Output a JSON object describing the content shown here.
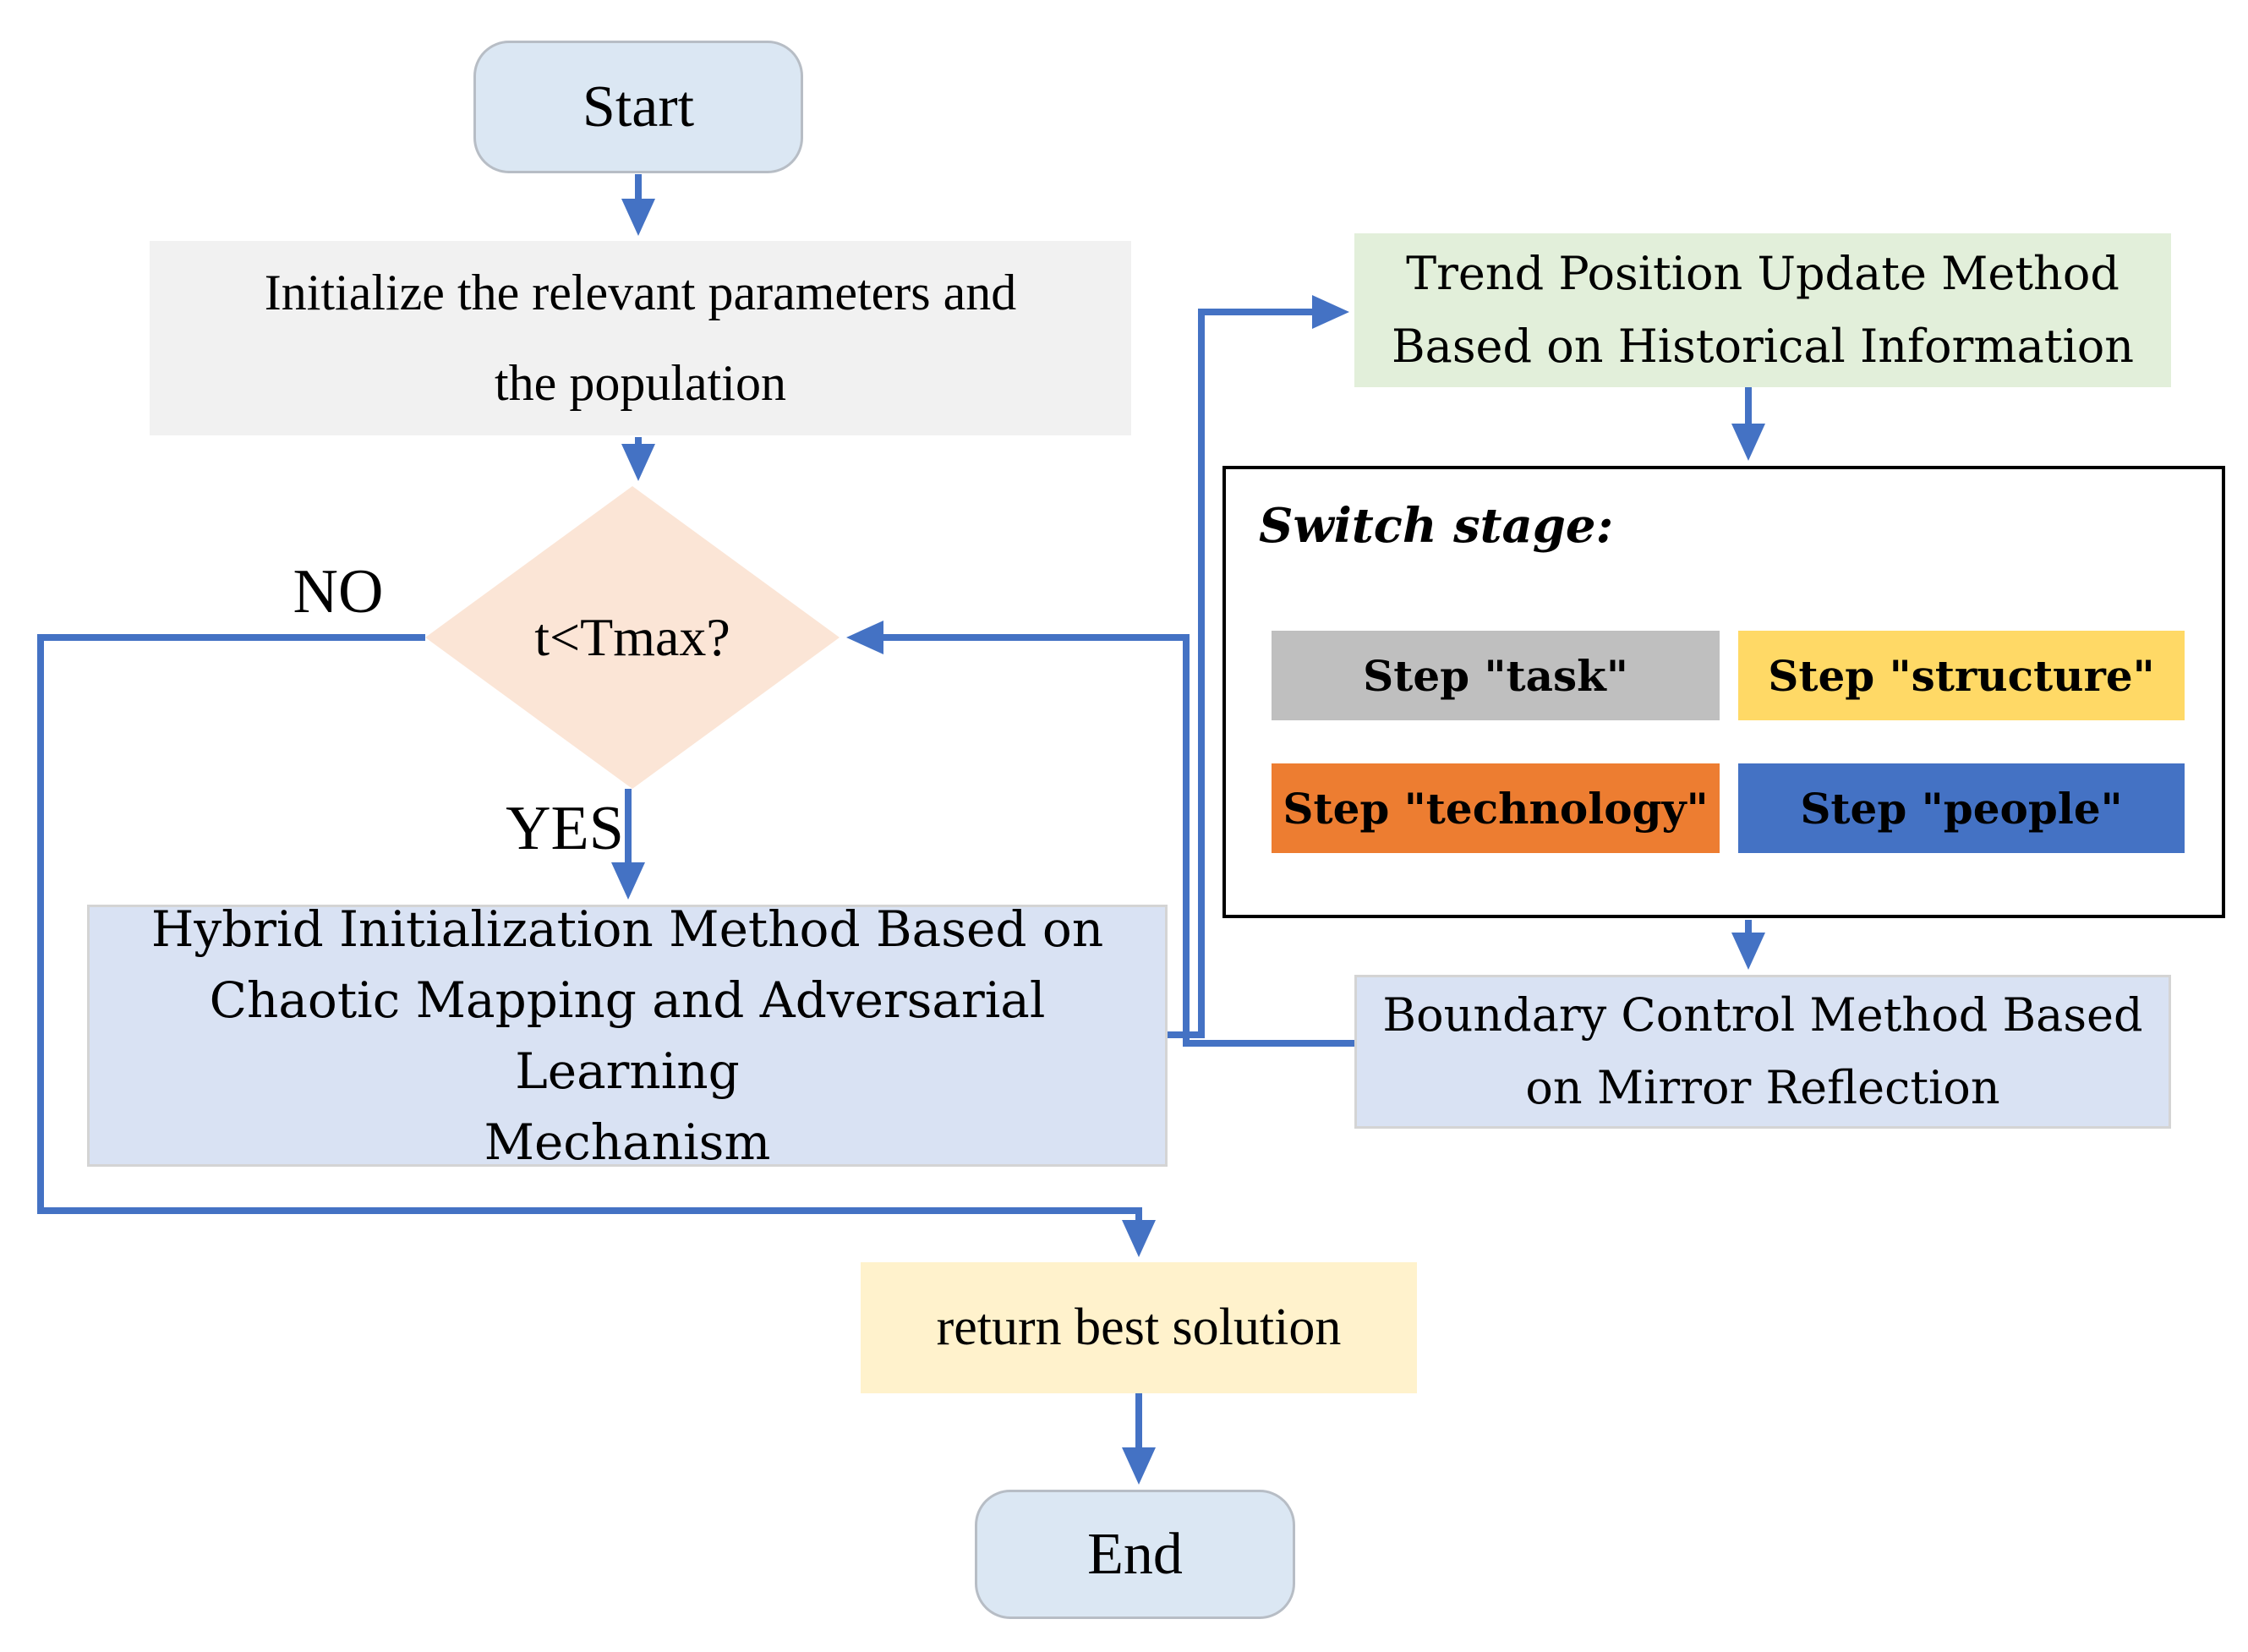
{
  "colors": {
    "arrow": "#4472C4",
    "text": "#000000",
    "terminal_fill": "#DBE7F3",
    "terminal_border": "#B7BDC5",
    "init_fill": "#F1F1F1",
    "decision_fill": "#FBE5D6",
    "process_fill": "#D9E2F3",
    "process_border": "#D4D4D4",
    "trend_fill": "#E2EFDA",
    "return_fill": "#FFF2CC",
    "switch_border": "#000000",
    "step_task_fill": "#BFBFBF",
    "step_structure_fill": "#FFD966",
    "step_technology_fill": "#ED7D31",
    "step_people_fill": "#4472C4"
  },
  "nodes": {
    "start": {
      "label": "Start"
    },
    "initialize": {
      "line1": "Initialize the relevant parameters and",
      "line2": "the population"
    },
    "decision": {
      "label": "t<Tmax?"
    },
    "branch_no": {
      "label": "NO"
    },
    "branch_yes": {
      "label": "YES"
    },
    "hybrid": {
      "line1": "Hybrid Initialization Method Based on",
      "line2": "Chaotic Mapping and Adversarial Learning",
      "line3": "Mechanism"
    },
    "trend": {
      "line1": "Trend Position Update Method",
      "line2": "Based on Historical Information"
    },
    "switch": {
      "title": "Switch stage:",
      "steps": [
        {
          "label": "Step \"task\""
        },
        {
          "label": "Step \"structure\""
        },
        {
          "label": "Step \"technology\""
        },
        {
          "label": "Step \"people\""
        }
      ]
    },
    "boundary": {
      "line1": "Boundary Control Method Based",
      "line2": "on Mirror Reflection"
    },
    "return": {
      "label": "return best solution"
    },
    "end": {
      "label": "End"
    }
  }
}
